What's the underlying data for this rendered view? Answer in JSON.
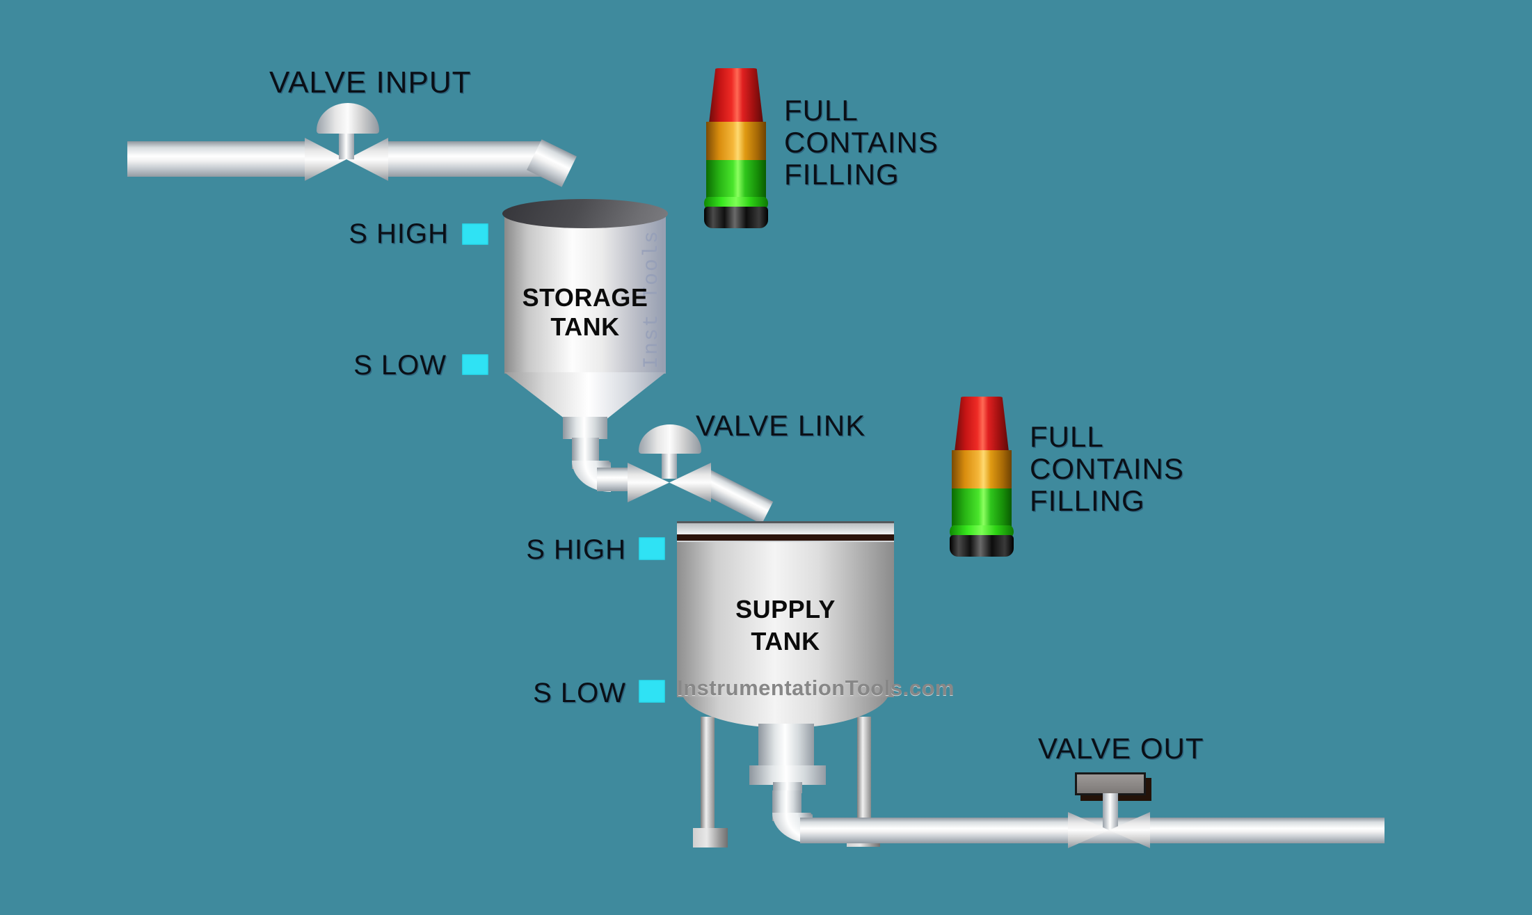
{
  "scene": {
    "background_color": "#3F8A9D"
  },
  "labels": {
    "valve_input": "VALVE INPUT",
    "valve_link": "VALVE LINK",
    "valve_out": "VALVE OUT"
  },
  "storage_tank": {
    "name_line1": "STORAGE",
    "name_line2": "TANK",
    "watermark": "Inst Tools",
    "sensors": [
      {
        "label": "S HIGH"
      },
      {
        "label": "S LOW"
      }
    ]
  },
  "supply_tank": {
    "name_line1": "SUPPLY",
    "name_line2": "TANK",
    "watermark": "InstrumentationTools.com",
    "sensors": [
      {
        "label": "S HIGH"
      },
      {
        "label": "S LOW"
      }
    ]
  },
  "stack_lights": [
    {
      "labels": [
        "FULL",
        "CONTAINS",
        "FILLING"
      ]
    },
    {
      "labels": [
        "FULL",
        "CONTAINS",
        "FILLING"
      ]
    }
  ],
  "colors": {
    "indicator_cyan": "#2FE2F4",
    "light_red": "#E02020",
    "light_amber": "#F0A818",
    "light_green": "#2FC51C",
    "pipe_metal": "#E8E8E8",
    "label_text": "#0A0F16"
  }
}
